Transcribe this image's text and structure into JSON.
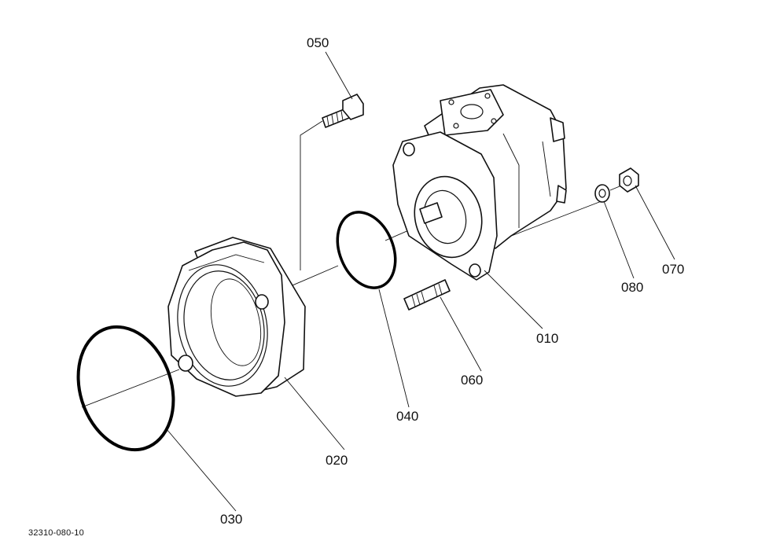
{
  "diagram": {
    "parts": [
      {
        "id": "010",
        "name": "hydraulic-pump-body"
      },
      {
        "id": "020",
        "name": "flange-adapter"
      },
      {
        "id": "030",
        "name": "o-ring-large"
      },
      {
        "id": "040",
        "name": "o-ring-small"
      },
      {
        "id": "050",
        "name": "bolt"
      },
      {
        "id": "060",
        "name": "stud"
      },
      {
        "id": "070",
        "name": "nut"
      },
      {
        "id": "080",
        "name": "washer"
      }
    ],
    "reference_code": "32310-080-10",
    "colors": {
      "line": "#111111",
      "background": "#ffffff"
    }
  }
}
